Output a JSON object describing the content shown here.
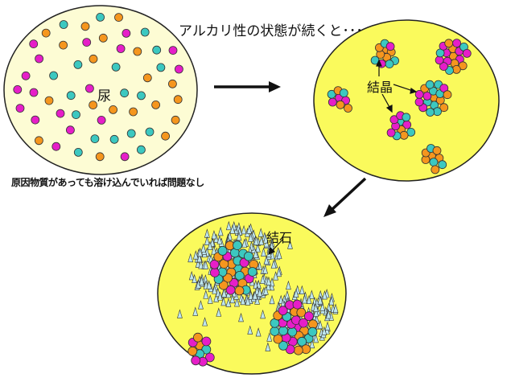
{
  "labels": {
    "urine": "尿",
    "heading": "アルカリ性の状態が続くと･･･",
    "note": "原因物質があっても溶け込んでいれば問題なし",
    "crystal": "結晶",
    "stone": "結石"
  },
  "colors": {
    "urine_fill": "#fdfcd4",
    "crystal_fill": "#fafa5c",
    "outline": "#222222",
    "magenta": "#e61ec8",
    "orange": "#f5961e",
    "teal": "#3cc8c0",
    "spike": "#bfe6ee"
  },
  "stages": [
    {
      "name": "urine-dissolved",
      "particle_count": 55
    },
    {
      "name": "crystals-formed",
      "cluster_count": 6
    },
    {
      "name": "stone-formed"
    }
  ]
}
